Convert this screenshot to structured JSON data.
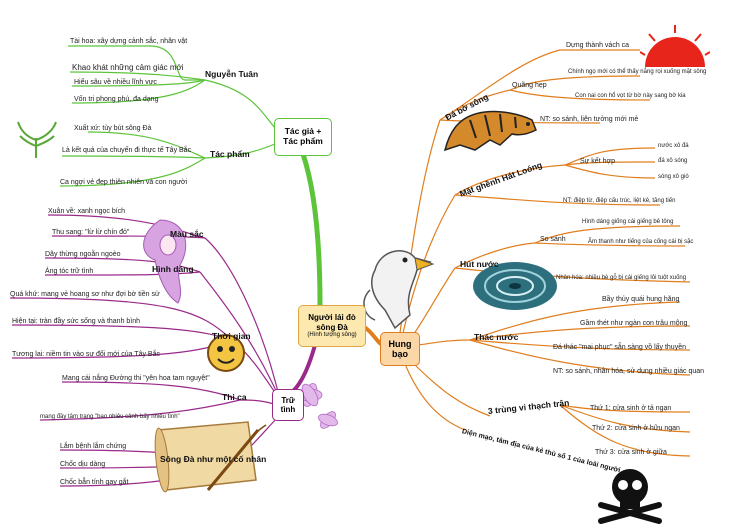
{
  "center": {
    "title": "Người lái đò sông Đà",
    "subtitle": "(Hình tượng sông)"
  },
  "branches": {
    "tacgia": {
      "label_line1": "Tác giả +",
      "label_line2": "Tác phẩm",
      "nguyen_tuan": {
        "label": "Nguyễn Tuân",
        "items": [
          "Tài hoa: xây dựng cảnh sắc, nhân vật",
          "Khao khát những cảm giác mới",
          "Hiểu sâu về nhiều lĩnh vực",
          "Vốn tri phong phú, đa dạng"
        ]
      },
      "tac_pham": {
        "label": "Tác phẩm",
        "items": [
          "Xuất xứ: tùy bút sông Đà",
          "Là kết quả của chuyến đi thực tế Tây Bắc",
          "Ca ngợi vẻ đẹp thiên nhiên và con người"
        ]
      }
    },
    "hungbao": {
      "label_line1": "Hung",
      "label_line2": "bạo",
      "da_bo_song": {
        "label": "Đá bờ sông",
        "items": [
          "Dựng thành vách ca",
          "Chính ngọ mới có thể thấy nắng rọi xuống mặt sông",
          "Con nai con hổ vọt từ bờ này sang bờ kia",
          "NT: so sánh, liên tưởng mới mẻ"
        ],
        "quang_hep": "Quãng hẹp"
      },
      "mat_ghenh": {
        "label": "Mặt ghềnh Hát Loóng",
        "su_ket_hop": "Sự kết hợp",
        "sub_items": [
          "nước xô đá",
          "đá xô sóng",
          "sóng xô gió"
        ],
        "nt": "NT: điệp từ, điệp cấu trúc, liệt kê, tăng tiến"
      },
      "hut_nuoc": {
        "label": "Hút nước",
        "so_sanh": "So sánh",
        "items": [
          "Hình dáng giống cái giếng bê tông",
          "Âm thanh như tiếng của cống cái bị sặc",
          "Nhân hóa: nhiều bè gỗ bị cái giếng lôi tuột xuống"
        ]
      },
      "thac_nuoc": {
        "label": "Thác nước",
        "items": [
          "Bầy thủy quái hung hăng",
          "Gầm thét như ngàn con trâu mộng",
          "Đá thác \"mai phục\" sẵn sàng vồ lấy thuyền",
          "NT: so sánh, nhân hóa, sử dụng nhiều giác quan"
        ]
      },
      "trung_vi": {
        "label": "3 trùng vi thạch trận",
        "items": [
          "Thứ 1: cửa sinh ở tả ngạn",
          "Thứ 2: cửa sinh ở hữu ngạn",
          "Thứ 3: cửa sinh ở giữa"
        ]
      },
      "dien_mao": "Diện mạo, tâm địa của kẻ thù số 1 của loài người"
    },
    "trutinh": {
      "label_line1": "Trữ",
      "label_line2": "tình",
      "mau_sac": {
        "label": "Màu sắc",
        "items": [
          "Xuân về: xanh ngọc bích",
          "Thu sang: \"lừ lừ chín đỏ\""
        ]
      },
      "hinh_dang": {
        "label": "Hình dáng",
        "items": [
          "Dây thừng ngoằn ngoèo",
          "Áng tóc trữ tình"
        ]
      },
      "thoi_gian": {
        "label": "Thời gian",
        "items": [
          "Quá khứ: mang vẻ hoang sơ như đợi bờ tiền sử",
          "Hiện tại: tràn đầy sức sống và thanh bình",
          "Tương lai: niềm tin vào sự đổi mới của Tây Bắc"
        ]
      },
      "thi_ca": {
        "label": "Thi ca",
        "items": [
          "Mang cái nắng Đường thi \"yên hoa tam nguyệt\"",
          "mang đầy tâm trạng \"bao nhiêu cảnh bấy nhiêu tình\""
        ]
      },
      "song_da": {
        "label": "Sông Đà như một cố nhân",
        "items": [
          "Lắm bệnh lắm chứng",
          "Chốc dịu dàng",
          "Chốc bẳn tính gay gắt"
        ]
      }
    }
  },
  "colors": {
    "green": "#5cc43a",
    "orange": "#e07e1e",
    "purple": "#9a2a8a",
    "center": "#fde9b0"
  }
}
